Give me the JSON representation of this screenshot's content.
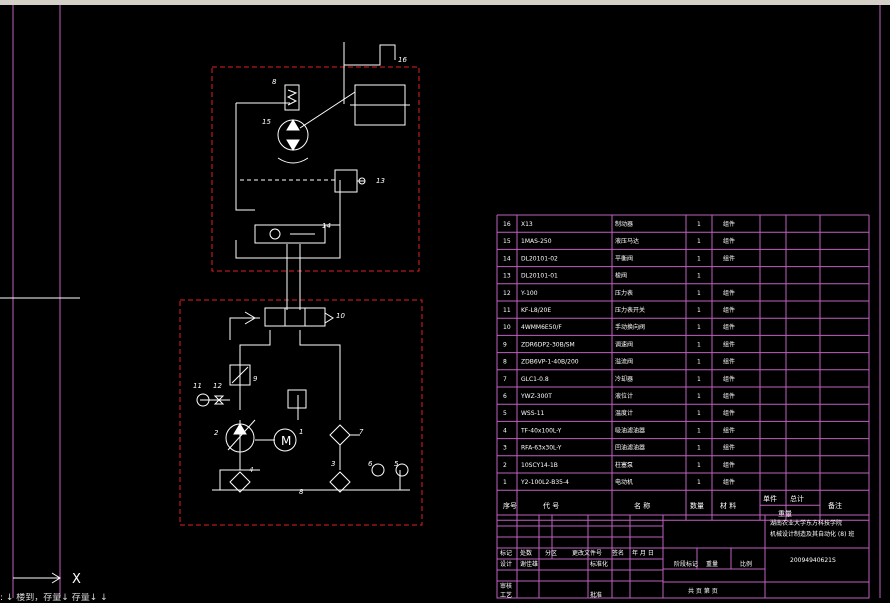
{
  "window": {
    "command_line_text": ":   ↓   楼到，存量↓ 存量↓ ↓"
  },
  "ucs": {
    "x_label": "X"
  },
  "component_numbers": {
    "n1": "1",
    "n2": "2",
    "n3": "3",
    "n4": "4",
    "n5": "5",
    "n6": "6",
    "n7": "7",
    "n8": "8",
    "n9": "9",
    "n10": "10",
    "n11": "11",
    "n12": "12",
    "n13": "13",
    "n14": "14",
    "n15": "15",
    "n16": "16"
  },
  "motor_label": "M",
  "bom": {
    "rows": [
      {
        "no": "16",
        "code": "X13",
        "name": "制动器",
        "qty": "1",
        "note": "组件"
      },
      {
        "no": "15",
        "code": "1MAS-250",
        "name": "液压马达",
        "qty": "1",
        "note": "组件"
      },
      {
        "no": "14",
        "code": "DL20101-02",
        "name": "平衡阀",
        "qty": "1",
        "note": "组件"
      },
      {
        "no": "13",
        "code": "DL20101-01",
        "name": "梭阀",
        "qty": "1",
        "note": ""
      },
      {
        "no": "12",
        "code": "Y-100",
        "name": "压力表",
        "qty": "1",
        "note": "组件"
      },
      {
        "no": "11",
        "code": "KF-L8/20E",
        "name": "压力表开关",
        "qty": "1",
        "note": "组件"
      },
      {
        "no": "10",
        "code": "4WMM6E50/F",
        "name": "手动换向阀",
        "qty": "1",
        "note": "组件"
      },
      {
        "no": "9",
        "code": "ZDR6DP2-30B/SM",
        "name": "调速阀",
        "qty": "1",
        "note": "组件"
      },
      {
        "no": "8",
        "code": "ZDB6VP-1-40B/200",
        "name": "溢流阀",
        "qty": "1",
        "note": "组件"
      },
      {
        "no": "7",
        "code": "GLC1-0.8",
        "name": "冷却器",
        "qty": "1",
        "note": "组件"
      },
      {
        "no": "6",
        "code": "YWZ-300T",
        "name": "液位计",
        "qty": "1",
        "note": "组件"
      },
      {
        "no": "5",
        "code": "WSS-11",
        "name": "温度计",
        "qty": "1",
        "note": "组件"
      },
      {
        "no": "4",
        "code": "TF-40x100L-Y",
        "name": "吸油滤油器",
        "qty": "1",
        "note": "组件"
      },
      {
        "no": "3",
        "code": "RFA-63x30L-Y",
        "name": "回油滤油器",
        "qty": "1",
        "note": "组件"
      },
      {
        "no": "2",
        "code": "10SCY14-1B",
        "name": "柱塞泵",
        "qty": "1",
        "note": "组件"
      },
      {
        "no": "1",
        "code": "Y2-100L2-B35-4",
        "name": "电动机",
        "qty": "1",
        "note": "组件"
      }
    ],
    "header": {
      "no": "序号",
      "code": "代 号",
      "name": "名 称",
      "qty": "数量",
      "material": "材 料",
      "unit_weight": "单件",
      "total_weight": "总计",
      "weight": "重量",
      "remark": "备注"
    }
  },
  "title_block": {
    "school_line1": "湖南农业大学东方科技学院",
    "school_line2": "机械设计制造及其自动化 (8) 班",
    "drawing_no": "20094940621S",
    "stage_label": "阶段标记",
    "weight_label": "重量",
    "scale_label": "比例",
    "sheet_text": "共  页 第  页",
    "rev_labels": [
      "标记",
      "处数",
      "分区",
      "更改文件号",
      "签名",
      "年 月 日"
    ],
    "design_label": "设计",
    "designer": "谢佳雄",
    "std_label": "标准化",
    "review_label": "审核",
    "process_label": "工艺",
    "approve_label": "批准"
  }
}
